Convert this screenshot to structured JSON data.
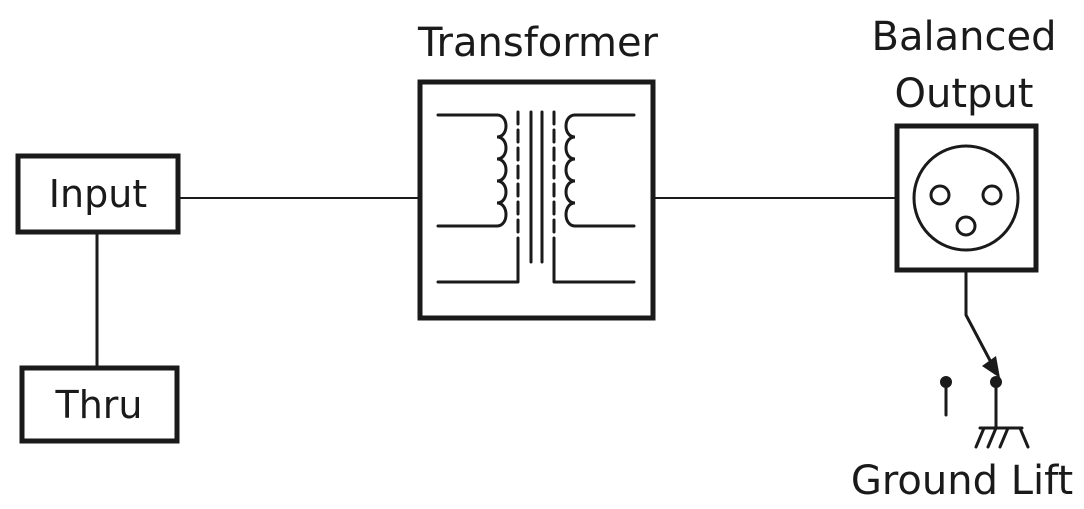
{
  "nodes": {
    "input": "Input",
    "thru": "Thru",
    "transformer": "Transformer",
    "balanced_output": {
      "line1": "Balanced",
      "line2": "Output"
    },
    "ground_lift": "Ground Lift"
  },
  "icons": {
    "transformer": "transformer-symbol-icon",
    "output": "xlr-connector-icon",
    "ground": "ground-switch-icon"
  },
  "colors": {
    "stroke": "#1a1a1a",
    "background": "#ffffff"
  }
}
